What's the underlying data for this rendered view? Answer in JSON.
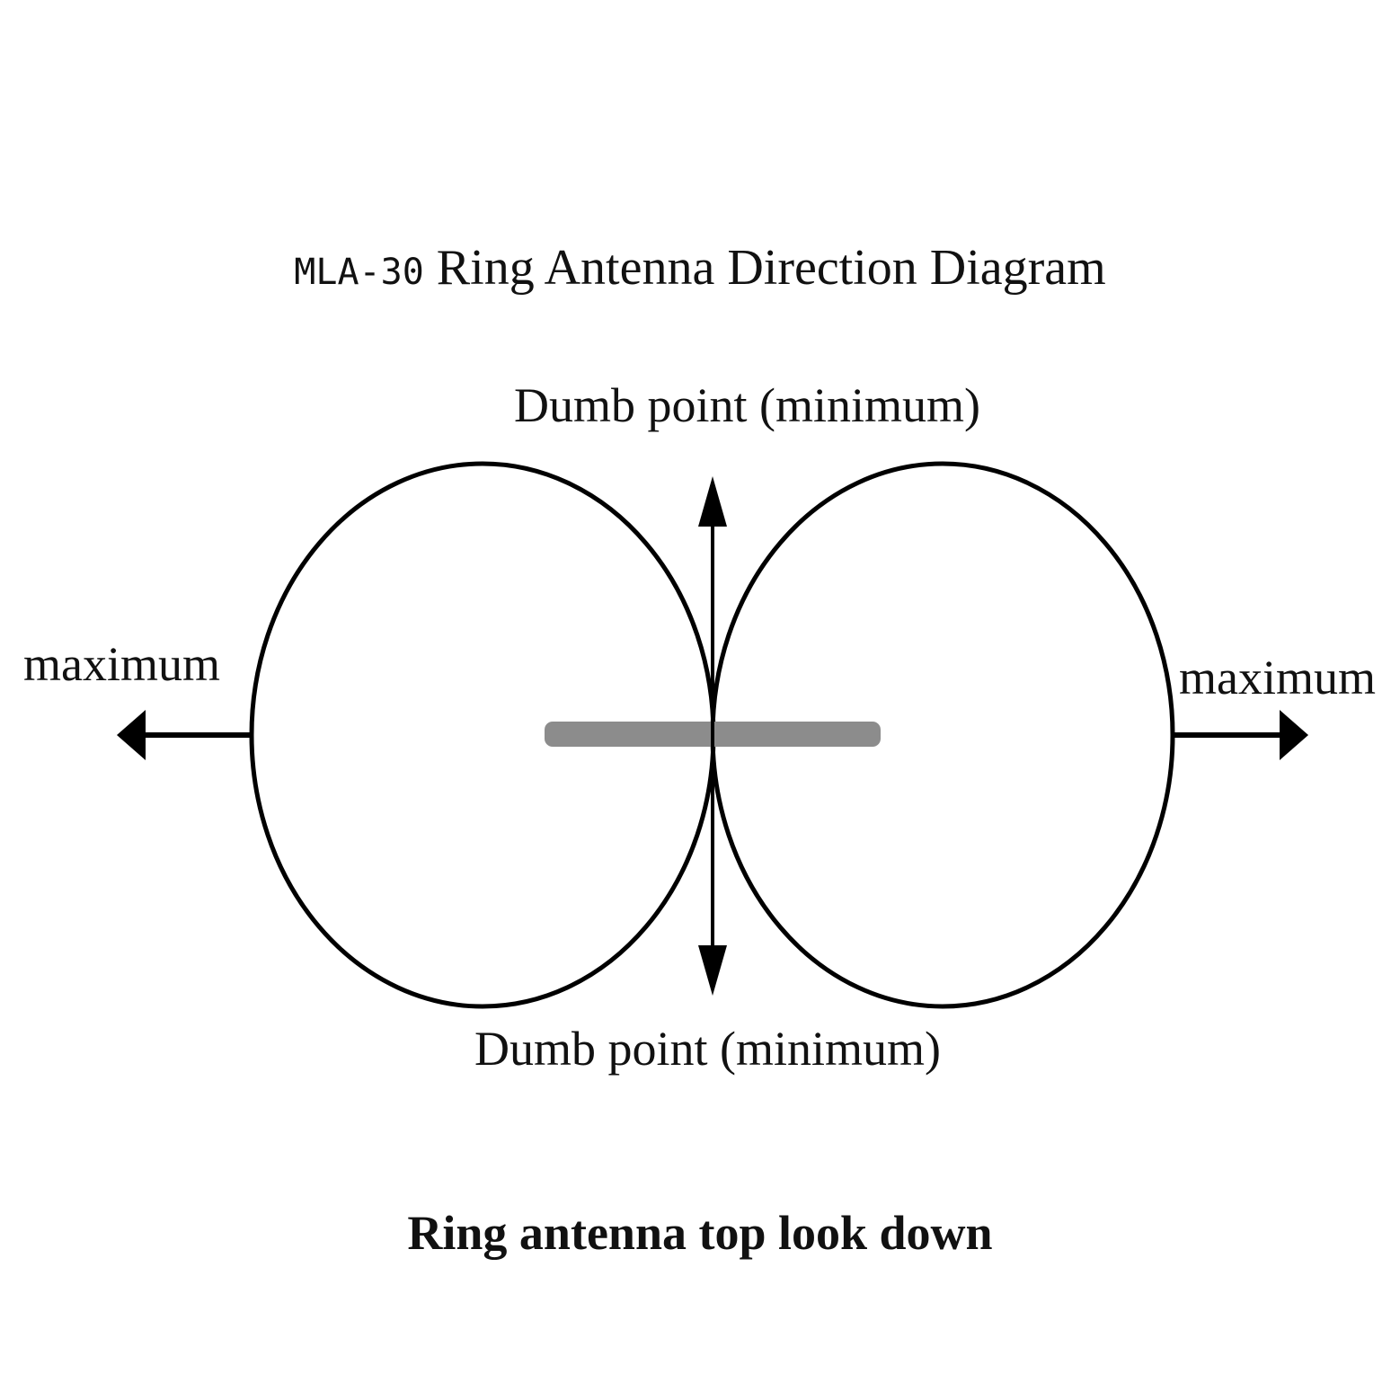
{
  "title": {
    "model": "MLA-30",
    "text": "Ring Antenna Direction Diagram"
  },
  "labels": {
    "top_null": "Dumb point (minimum)",
    "bottom_null": "Dumb point (minimum)",
    "left_max": "maximum",
    "right_max": "maximum"
  },
  "caption": "Ring antenna top look down",
  "colors": {
    "line": "#000000",
    "antenna": "#8c8c8c",
    "background": "#ffffff"
  }
}
